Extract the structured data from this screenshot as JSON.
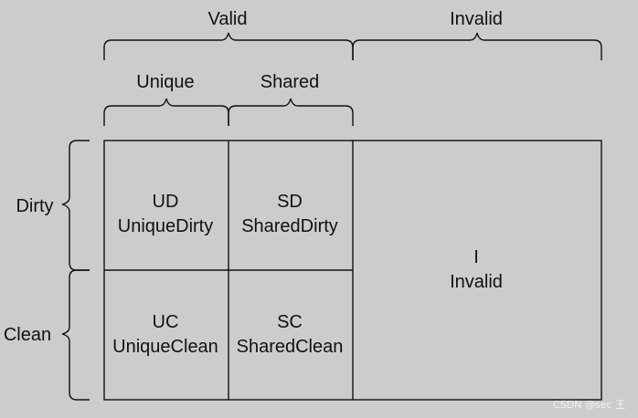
{
  "colors": {
    "background": "#cccccc",
    "line": "#111111",
    "text": "#111111",
    "watermark": "#f2f2f2"
  },
  "headers": {
    "valid": "Valid",
    "invalid": "Invalid",
    "unique": "Unique",
    "shared": "Shared",
    "dirty": "Dirty",
    "clean": "Clean"
  },
  "cells": {
    "ud": {
      "abbr": "UD",
      "name": "UniqueDirty"
    },
    "sd": {
      "abbr": "SD",
      "name": "SharedDirty"
    },
    "uc": {
      "abbr": "UC",
      "name": "UniqueClean"
    },
    "sc": {
      "abbr": "SC",
      "name": "SharedClean"
    },
    "i": {
      "abbr": "I",
      "name": "Invalid"
    }
  },
  "watermark": "CSDN @sec 王"
}
